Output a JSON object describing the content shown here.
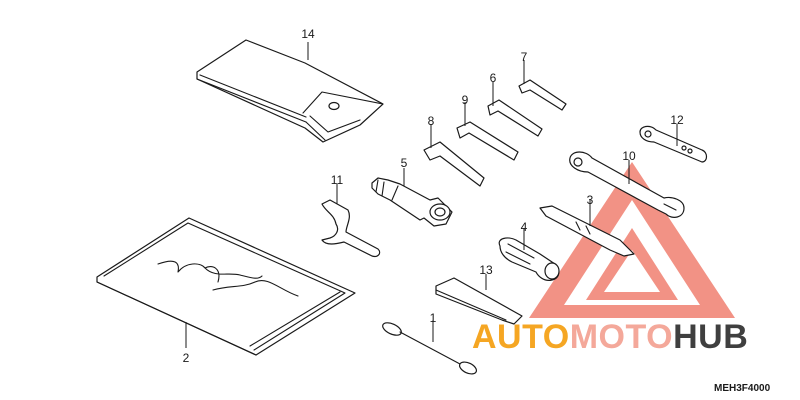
{
  "diagram": {
    "code": "MEH3F4000",
    "callouts": [
      "1",
      "2",
      "3",
      "4",
      "5",
      "6",
      "7",
      "8",
      "9",
      "10",
      "11",
      "12",
      "13",
      "14"
    ]
  },
  "watermark": {
    "part1": "AUTO",
    "part2": "MOTO",
    "part3": "HUB",
    "color_auto": "#f5a623",
    "color_moto": "#f4a89a",
    "color_hub": "#3f3f3f",
    "color_triangle": "#f08070"
  }
}
